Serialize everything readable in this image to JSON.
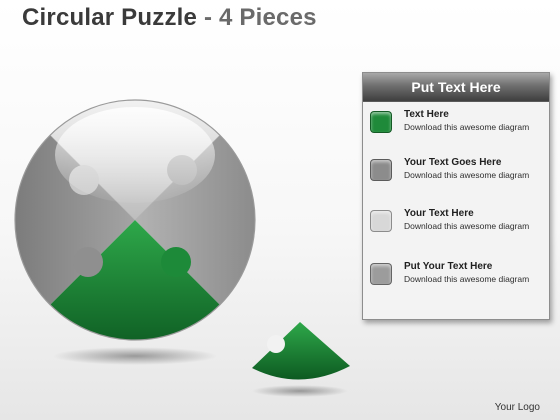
{
  "title": {
    "main": "Circular Puzzle",
    "sub": "- 4 Pieces"
  },
  "legend": {
    "header": "Put Text Here",
    "items": [
      {
        "heading": "Text  Here",
        "description": "Download this awesome diagram",
        "color": "#1f8a3a"
      },
      {
        "heading": "Your Text Goes Here",
        "description": "Download this awesome diagram",
        "color": "#8c8c8c"
      },
      {
        "heading": "Your Text Here",
        "description": "Download this awesome diagram",
        "color": "#d8d8d8"
      },
      {
        "heading": "Put Your Text Here",
        "description": "Download this awesome diagram",
        "color": "#9c9c9c"
      }
    ]
  },
  "puzzle": {
    "piece_count": 4,
    "colors": {
      "top": "#d2d2d2",
      "left": "#8e8e8e",
      "right": "#9e9e9e",
      "bottom": "#1f8a3a",
      "detached": "#1f8a3a"
    }
  },
  "footer": {
    "logo": "Your Logo"
  }
}
